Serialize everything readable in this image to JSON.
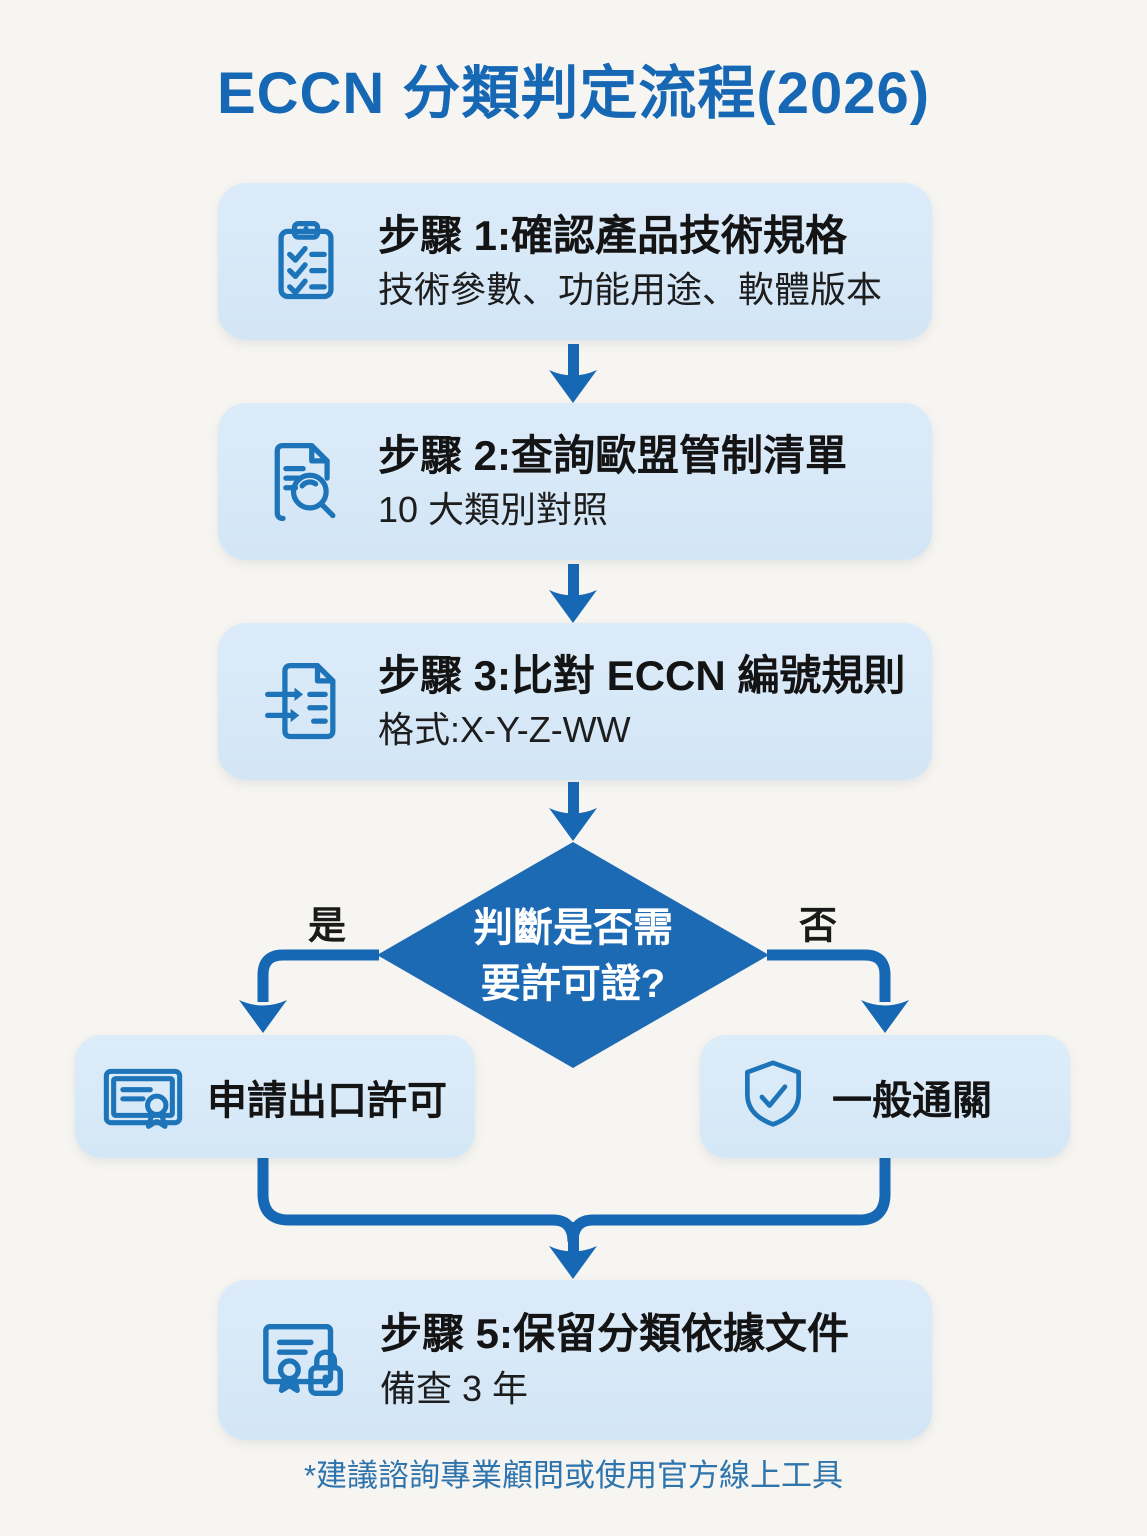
{
  "title": "ECCN 分類判定流程(2026)",
  "steps": [
    {
      "title": "步驟 1:確認產品技術規格",
      "subtitle": "技術參數、功能用途、軟體版本",
      "icon": "clipboard-checklist-icon"
    },
    {
      "title": "步驟 2:查詢歐盟管制清單",
      "subtitle": "10 大類別對照",
      "icon": "document-search-icon"
    },
    {
      "title": "步驟 3:比對 ECCN 編號規則",
      "subtitle": "格式:X-Y-Z-WW",
      "icon": "document-compare-icon"
    }
  ],
  "decision": {
    "question_line1": "判斷是否需",
    "question_line2": "要許可證?",
    "yes_label": "是",
    "no_label": "否"
  },
  "branches": {
    "yes": {
      "label": "申請出口許可",
      "icon": "certificate-icon"
    },
    "no": {
      "label": "一般通關",
      "icon": "shield-check-icon"
    }
  },
  "final_step": {
    "title": "步驟 5:保留分類依據文件",
    "subtitle": "備查 3 年",
    "icon": "certificate-lock-icon"
  },
  "footnote": "*建議諮詢專業顧問或使用官方線上工具",
  "colors": {
    "background": "#f7f5f1",
    "box_fill": "#d7e8f7",
    "flow_blue": "#1768b4",
    "title_blue": "#1668b5",
    "icon_blue": "#1d74b8",
    "text_dark": "#141414",
    "diamond_text": "#ffffff",
    "footnote_blue": "#2e74ad"
  }
}
